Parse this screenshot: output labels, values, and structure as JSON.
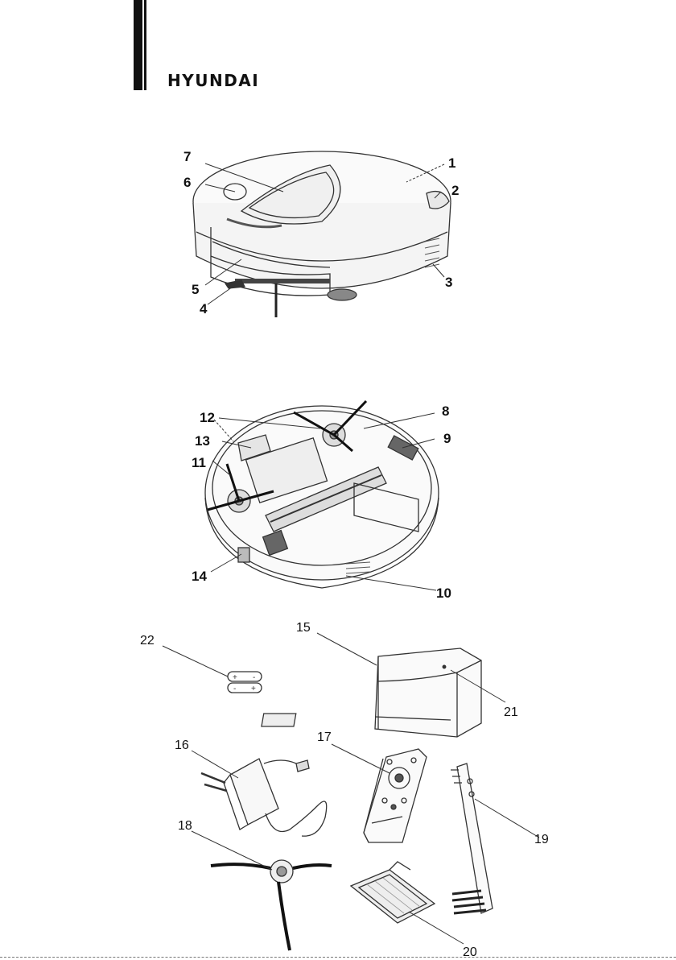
{
  "brand": {
    "logo_text": "HYUNDAI"
  },
  "figure_1": {
    "callouts": [
      {
        "id": "c1",
        "text": "1"
      },
      {
        "id": "c2",
        "text": "2"
      },
      {
        "id": "c3",
        "text": "3"
      },
      {
        "id": "c4",
        "text": "4"
      },
      {
        "id": "c5",
        "text": "5"
      },
      {
        "id": "c6",
        "text": "6"
      },
      {
        "id": "c7",
        "text": "7"
      }
    ]
  },
  "figure_2": {
    "callouts": [
      {
        "id": "c8",
        "text": "8"
      },
      {
        "id": "c9",
        "text": "9"
      },
      {
        "id": "c10",
        "text": "10"
      },
      {
        "id": "c11",
        "text": "11"
      },
      {
        "id": "c12",
        "text": "12"
      },
      {
        "id": "c13",
        "text": "13"
      },
      {
        "id": "c14",
        "text": "14"
      }
    ]
  },
  "figure_3": {
    "callouts": [
      {
        "id": "c15",
        "text": "15"
      },
      {
        "id": "c16",
        "text": "16"
      },
      {
        "id": "c17",
        "text": "17"
      },
      {
        "id": "c18",
        "text": "18"
      },
      {
        "id": "c19",
        "text": "19"
      },
      {
        "id": "c20",
        "text": "20"
      },
      {
        "id": "c21",
        "text": "21"
      },
      {
        "id": "c22",
        "text": "22"
      }
    ]
  }
}
